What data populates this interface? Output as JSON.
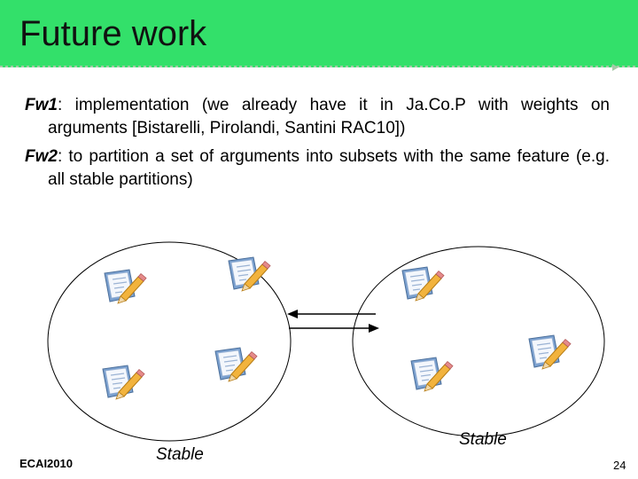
{
  "slide": {
    "title": "Future work",
    "items": [
      {
        "tag": "Fw1",
        "text": ": implementation (we already have it in Ja.Co.P with weights on arguments [Bistarelli, Pirolandi, Santini RAC10])"
      },
      {
        "tag": "Fw2",
        "text": ": to partition a set of arguments into subsets with the same feature (e.g. all stable partitions)"
      }
    ],
    "diagram": {
      "left_label": "Stable",
      "right_label": "Stable",
      "icon": "document-pencil-icon"
    },
    "footer": {
      "conference": "ECAI2010",
      "page_number": "24"
    }
  }
}
